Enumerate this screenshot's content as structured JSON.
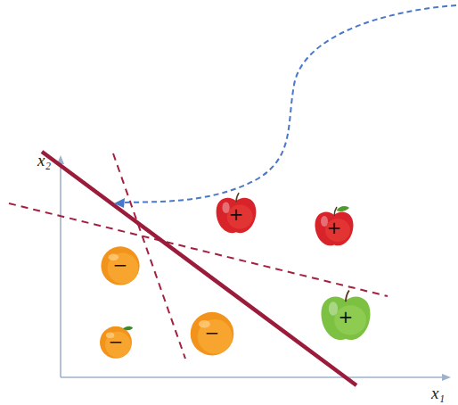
{
  "diagram": {
    "nodes": [
      {
        "text": [
          "+"
        ]
      },
      {
        "text": [
          "+"
        ]
      },
      {
        "text": [
          "−"
        ]
      },
      {
        "text": [
          "+"
        ]
      },
      {
        "text": [
          "−"
        ]
      },
      {
        "text": [
          "−"
        ]
      }
    ],
    "labels": [
      "x₂",
      "x₁"
    ]
  }
}
